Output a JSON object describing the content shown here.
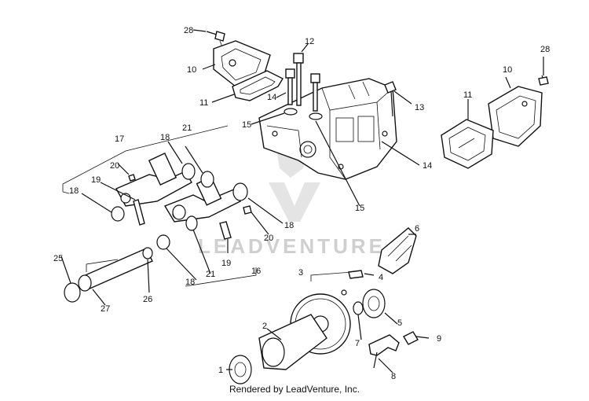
{
  "watermark": "LEADVENTURE",
  "footer": "Rendered by LeadVenture, Inc.",
  "callouts": {
    "c1": "1",
    "c2": "2",
    "c3": "3",
    "c4": "4",
    "c5": "5",
    "c6": "6",
    "c7": "7",
    "c8": "8",
    "c9": "9",
    "c10a": "10",
    "c10b": "10",
    "c11a": "11",
    "c11b": "11",
    "c12": "12",
    "c13": "13",
    "c14a": "14",
    "c14b": "14",
    "c15a": "15",
    "c15b": "15",
    "c16": "16",
    "c17": "17",
    "c18a": "18",
    "c18b": "18",
    "c18c": "18",
    "c18d": "18",
    "c19a": "19",
    "c19b": "19",
    "c20a": "20",
    "c20b": "20",
    "c21a": "21",
    "c21b": "21",
    "c25": "25",
    "c26": "26",
    "c27": "27",
    "c28a": "28",
    "c28b": "28"
  }
}
